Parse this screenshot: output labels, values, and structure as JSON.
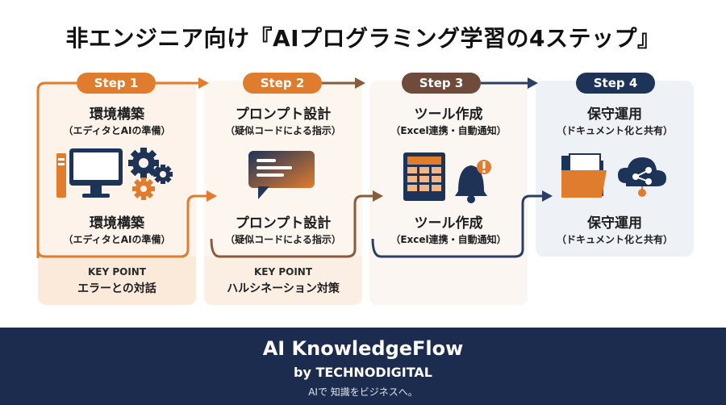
{
  "title": "非エンジニア向け『AIプログラミング学習の4ステップ』",
  "steps": [
    {
      "label": "Step 1",
      "heading": "環境構築",
      "sub": "（エディタとAIの準備）",
      "heading2": "環境構築",
      "sub2": "（エディタとAIの準備）",
      "key_point_label": "KEY POINT",
      "key_point": "エラーとの対話",
      "icon": "computer-gears-icon"
    },
    {
      "label": "Step 2",
      "heading": "プロンプト設計",
      "sub": "（疑似コードによる指示）",
      "heading2": "プロンプト設計",
      "sub2": "（疑似コードによる指示）",
      "key_point_label": "KEY POINT",
      "key_point": "ハルシネーション対策",
      "icon": "chat-bubble-icon"
    },
    {
      "label": "Step 3",
      "heading": "ツール作成",
      "sub": "（Excel連携・自動通知）",
      "heading2": "ツール作成",
      "sub2": "（Excel連携・自動通知）",
      "icon": "spreadsheet-bell-icon"
    },
    {
      "label": "Step 4",
      "heading": "保守運用",
      "sub": "（ドキュメント化と共有）",
      "heading2": "保守運用",
      "sub2": "（ドキュメント化と共有）",
      "icon": "folder-cloud-icon"
    }
  ],
  "footer": {
    "brand": "AI KnowledgeFlow",
    "byline": "by TECHNODIGITAL",
    "tagline": "AIで 知識をビジネスへ。"
  },
  "colors": {
    "orange": "#e07c2e",
    "brown": "#6e4b3a",
    "navy": "#1e3358",
    "footer_bg": "#1c2c4e"
  }
}
